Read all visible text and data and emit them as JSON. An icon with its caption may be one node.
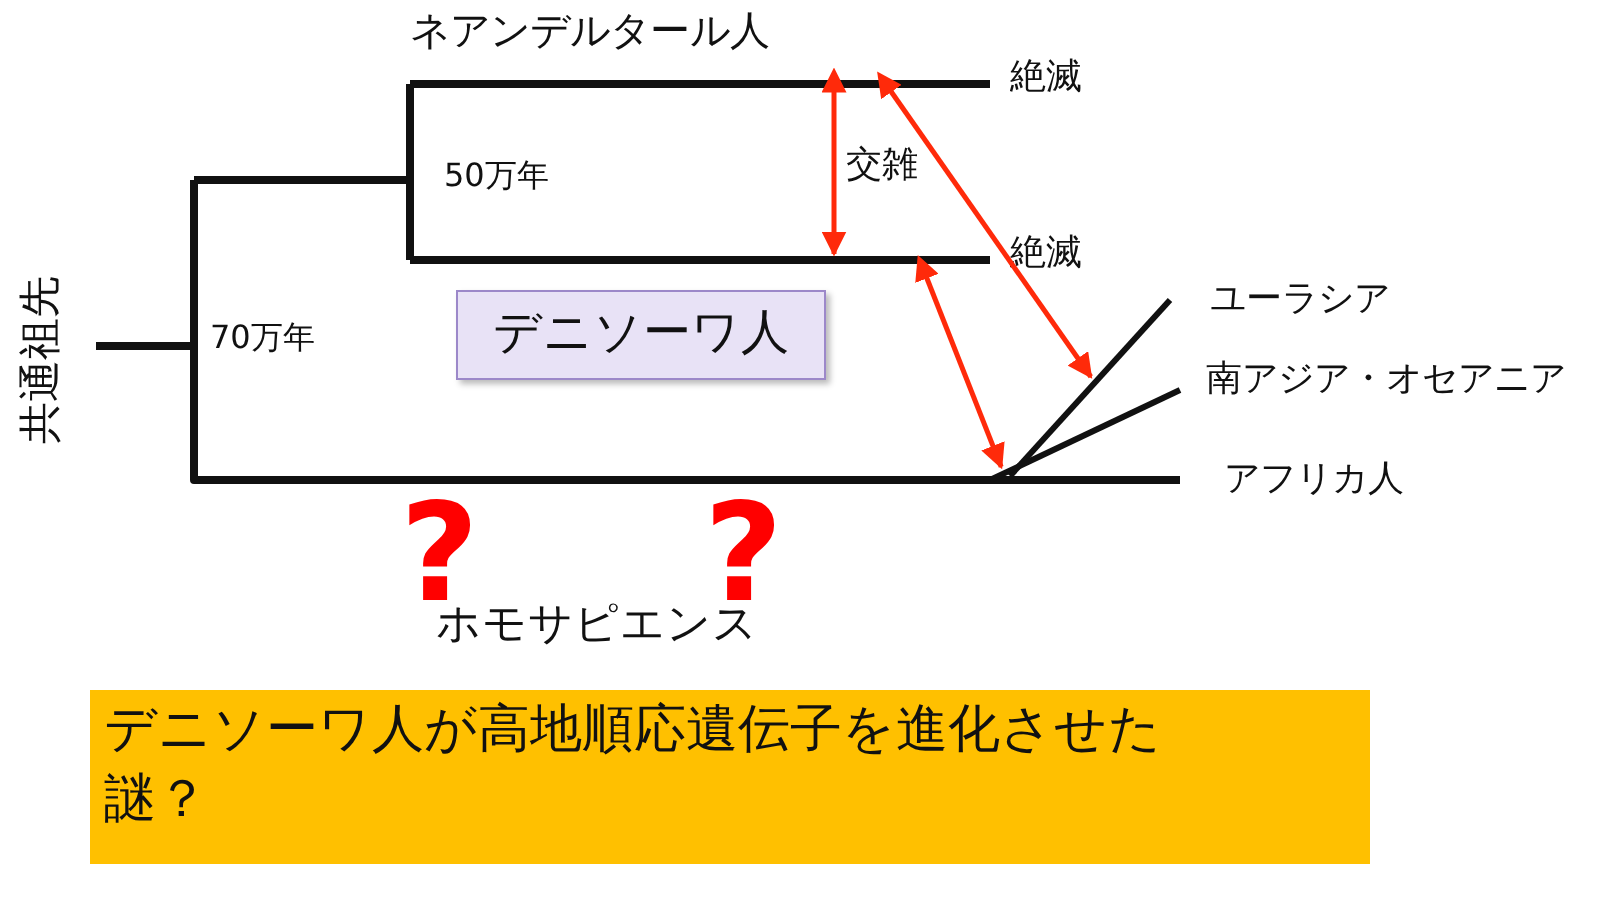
{
  "diagram": {
    "nodes": [
      {
        "text": [],
        "shape": "bar",
        "beside": [
          "ネアンデルタール人",
          "絶滅"
        ]
      },
      {
        "text": [],
        "shape": "bar",
        "beside": [
          "絶滅"
        ]
      },
      {
        "text": [
          "デニソーワ人"
        ]
      },
      {
        "text": [],
        "shape": "bar",
        "beside": [
          "ユーラシア"
        ]
      },
      {
        "text": [],
        "shape": "bar",
        "beside": [
          "南アジア・オセアニア"
        ]
      },
      {
        "text": [
          "デニソーワ人が高地順応遺伝子を進化させた謎？"
        ]
      }
    ],
    "edges": [
      {
        "from": 0,
        "to": 1,
        "arrow": "both",
        "label": "交雑"
      },
      {
        "from": 0,
        "to": 3,
        "arrow": "both"
      },
      {
        "from": 1,
        "to": 4,
        "arrow": "both"
      }
    ],
    "labels": [
      "共通祖先",
      "70万年",
      "50万年",
      "アフリカ人",
      "ホモサピエンス",
      "?",
      "?"
    ]
  }
}
